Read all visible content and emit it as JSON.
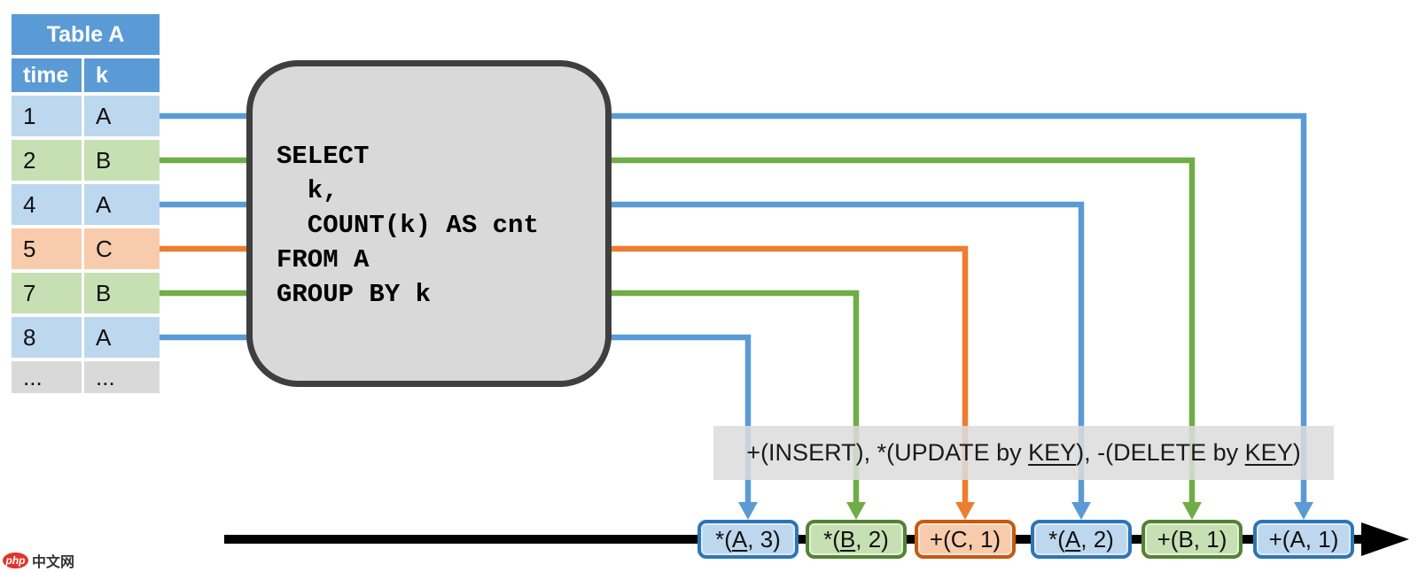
{
  "palette": {
    "blue": "#5B9BD5",
    "green": "#70AD47",
    "orange": "#ED7D31",
    "light_blue": "#BDD7EE",
    "light_green": "#C6E0B4",
    "light_orange": "#F8CBAD",
    "light_gray": "#D9D9D9",
    "dark_blue": "#2E75B6",
    "dark_green": "#548235",
    "dark_orange": "#C55A11",
    "header_blue": "#5B9BD5",
    "query_box_border": "#3F3F3F",
    "timeline_black": "#000000"
  },
  "source_table": {
    "title": "Table A",
    "columns": [
      "time",
      "k"
    ],
    "rows": [
      {
        "time": "1",
        "k": "A",
        "color": "blue"
      },
      {
        "time": "2",
        "k": "B",
        "color": "green"
      },
      {
        "time": "4",
        "k": "A",
        "color": "blue"
      },
      {
        "time": "5",
        "k": "C",
        "color": "orange"
      },
      {
        "time": "7",
        "k": "B",
        "color": "green"
      },
      {
        "time": "8",
        "k": "A",
        "color": "blue"
      },
      {
        "time": "...",
        "k": "...",
        "color": "gray"
      }
    ]
  },
  "query": {
    "lines": [
      "SELECT",
      "  k,",
      "  COUNT(k) AS cnt",
      "FROM A",
      "GROUP BY k"
    ]
  },
  "legend": {
    "parts": [
      {
        "text": "+(INSERT), *(UPDATE by "
      },
      {
        "text": "KEY",
        "underline": true
      },
      {
        "text": "), -(DELETE by "
      },
      {
        "text": "KEY",
        "underline": true
      },
      {
        "text": ")"
      }
    ]
  },
  "changelog": {
    "events": [
      {
        "color": "blue",
        "parts": [
          {
            "text": "*("
          },
          {
            "text": "A",
            "underline": true
          },
          {
            "text": ", 3)"
          }
        ]
      },
      {
        "color": "green",
        "parts": [
          {
            "text": "*("
          },
          {
            "text": "B",
            "underline": true
          },
          {
            "text": ", 2)"
          }
        ]
      },
      {
        "color": "orange",
        "parts": [
          {
            "text": "+(C, 1)"
          }
        ]
      },
      {
        "color": "blue",
        "parts": [
          {
            "text": "*("
          },
          {
            "text": "A",
            "underline": true
          },
          {
            "text": ", 2)"
          }
        ]
      },
      {
        "color": "green",
        "parts": [
          {
            "text": "+(B, 1)"
          }
        ]
      },
      {
        "color": "blue",
        "parts": [
          {
            "text": "+(A, 1)"
          }
        ]
      }
    ]
  },
  "connectors": [
    {
      "from_row": 0,
      "to_event": 5,
      "color": "blue"
    },
    {
      "from_row": 1,
      "to_event": 4,
      "color": "green"
    },
    {
      "from_row": 2,
      "to_event": 3,
      "color": "blue"
    },
    {
      "from_row": 3,
      "to_event": 2,
      "color": "orange"
    },
    {
      "from_row": 4,
      "to_event": 1,
      "color": "green"
    },
    {
      "from_row": 5,
      "to_event": 0,
      "color": "blue"
    }
  ],
  "watermark": {
    "logo": "php",
    "text": "中文网"
  }
}
